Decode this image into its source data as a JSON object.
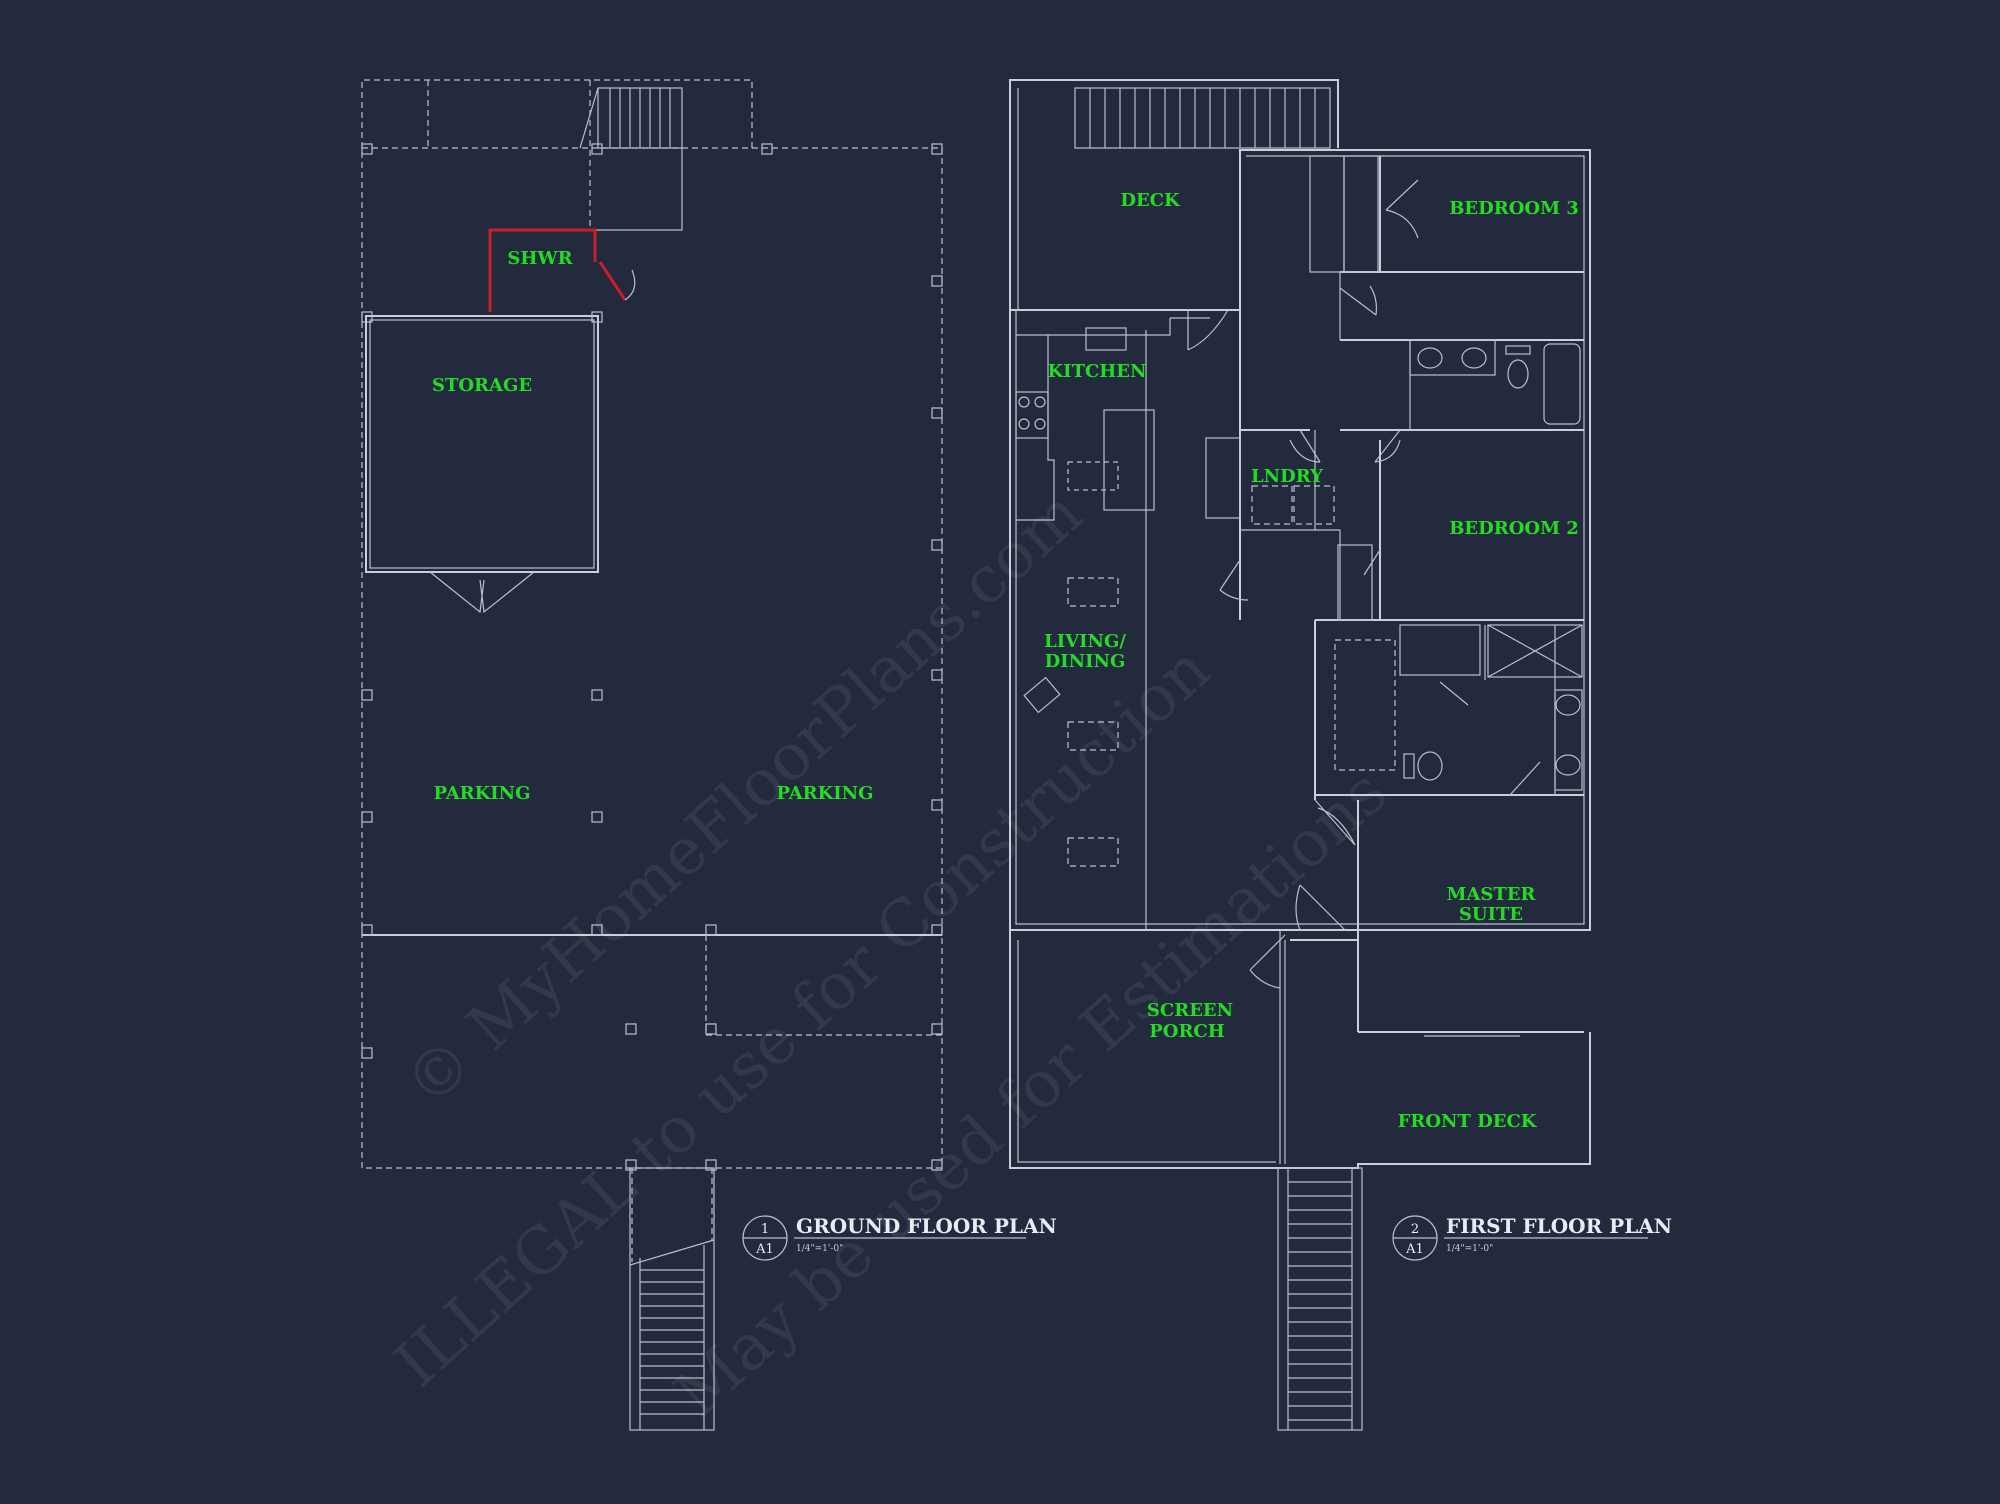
{
  "rooms": {
    "shwr": "SHWR",
    "storage": "STORAGE",
    "parking_left": "PARKING",
    "parking_right": "PARKING",
    "deck": "DECK",
    "bedroom3": "BEDROOM 3",
    "kitchen": "KITCHEN",
    "lndry": "LNDRY",
    "bedroom2": "BEDROOM 2",
    "living_line1": "LIVING/",
    "living_line2": "DINING",
    "master_line1": "MASTER",
    "master_line2": "SUITE",
    "screen_line1": "SCREEN",
    "screen_line2": "PORCH",
    "front_deck": "FRONT DECK"
  },
  "titles": {
    "ground": {
      "number": "1",
      "sheet": "A1",
      "title": "GROUND FLOOR PLAN",
      "scale": "1/4\"=1'-0\""
    },
    "first": {
      "number": "2",
      "sheet": "A1",
      "title": "FIRST FLOOR PLAN",
      "scale": "1/4\"=1'-0\""
    }
  },
  "watermark": {
    "line1": "© MyHomeFloorPlans.com",
    "line2": "ILLEGAL to use for Construction",
    "line3": "May be used for Estimations"
  },
  "colors": {
    "background": "#232a3e",
    "room_label": "#22dd22",
    "linework": "#c9cfdb",
    "shower_wall": "#c8202a"
  }
}
